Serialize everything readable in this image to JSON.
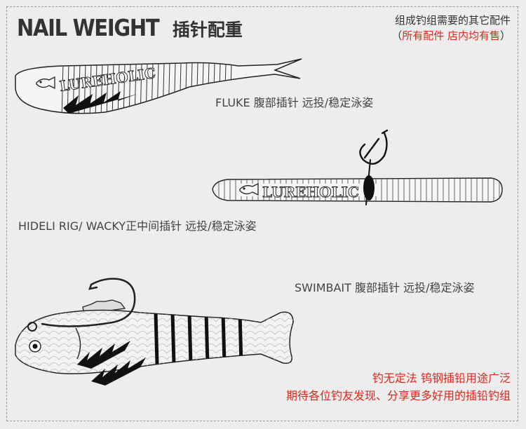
{
  "header": {
    "title_en": "NAIL WEIGHT",
    "title_cn": "插针配重"
  },
  "note": {
    "line1": "组成钓组需要的其它配件",
    "line2_open": "（",
    "line2_red": "所有配件 店内均有售",
    "line2_close": "）"
  },
  "lure_brand": "LUREHOLIC",
  "captions": {
    "fluke": "FLUKE 腹部插针 远投/稳定泳姿",
    "hideli": "HIDELI RIG/ WACKY正中间插针 远投/稳定泳姿",
    "swimbait": "SWIMBAIT 腹部插针 远投/稳定泳姿"
  },
  "promo": {
    "line1": "钓无定法 钨钢插铅用途广泛",
    "line2": "期待各位钓友发现、分享更多好用的插铅钓组"
  },
  "colors": {
    "accent_red": "#e0261b",
    "ink": "#222222"
  }
}
